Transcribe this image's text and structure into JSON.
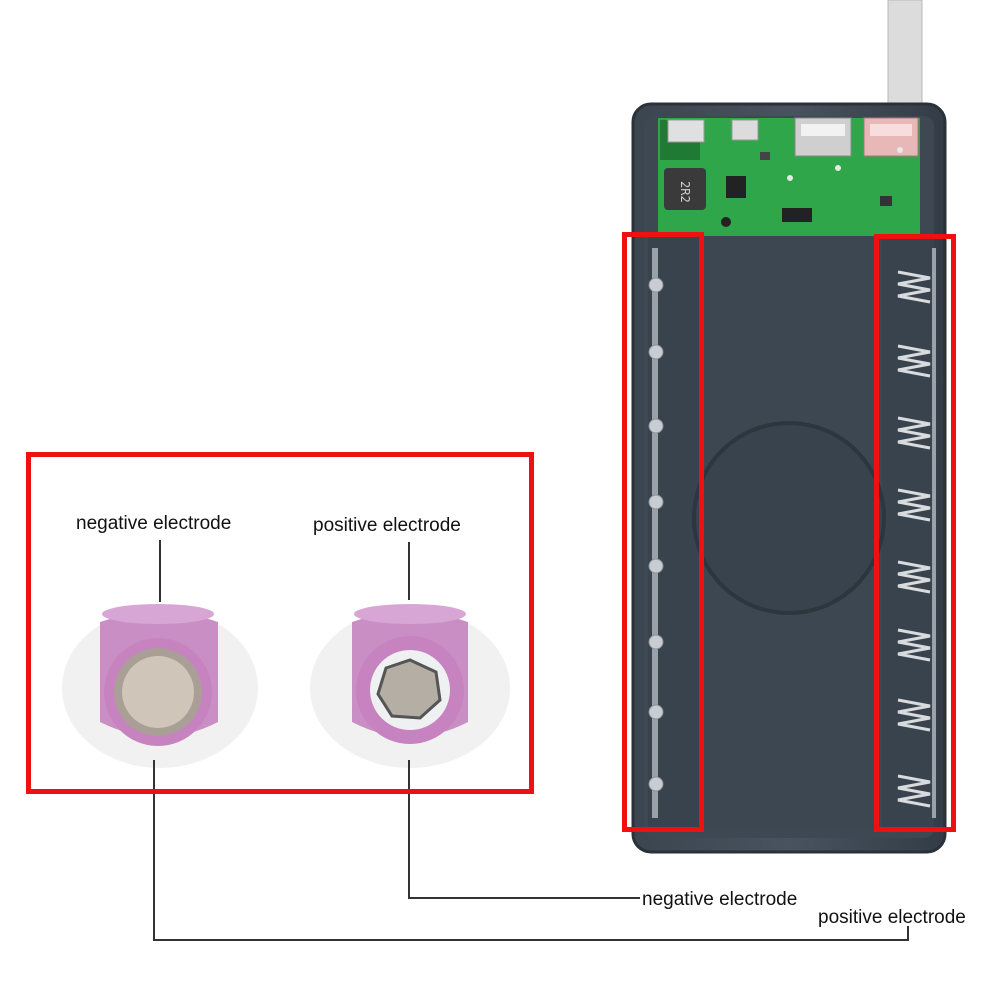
{
  "detail_panel": {
    "cells": [
      {
        "id": "left",
        "label": "negative electrode",
        "type": "flat-bottom"
      },
      {
        "id": "right",
        "label": "positive electrode",
        "type": "button-top"
      }
    ]
  },
  "callouts": {
    "bottom_1": "negative electrode",
    "bottom_2": "positive electrode"
  },
  "colors": {
    "highlight": "#ee1111",
    "case": "#38424d",
    "pcb": "#2fa64a",
    "cell_wrap": "#c98fc4"
  }
}
